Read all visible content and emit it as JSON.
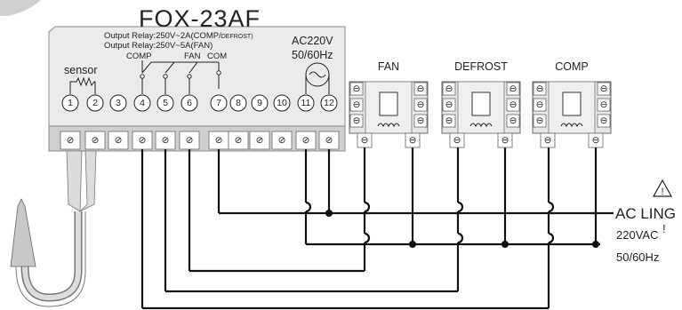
{
  "title": "FOX-23AF",
  "specs": {
    "line1_main": "Output Relay:250V~2A(COMP/",
    "line1_small": "DEFROST)",
    "line2": "Output Relay:250V~5A(FAN)"
  },
  "relay_labels": {
    "comp": "COMP",
    "fan": "FAN",
    "com": "COM"
  },
  "sensor_label": "sensor",
  "power_label": {
    "line1": "AC220V",
    "line2": "50/60Hz"
  },
  "terminals": [
    "1",
    "2",
    "3",
    "4",
    "5",
    "6",
    "7",
    "8",
    "9",
    "10",
    "11",
    "12"
  ],
  "terminal_symbol": "⊘",
  "contactors": [
    {
      "label": "FAN"
    },
    {
      "label": "DEFROST"
    },
    {
      "label": "COMP"
    }
  ],
  "contactor_terminal_symbol": "⊖",
  "ac_supply": {
    "title": "AC LING",
    "voltage": "220VAC",
    "frequency": "50/60Hz"
  },
  "warning": {
    "icon": "warning-triangle-icon",
    "mark": "!"
  }
}
